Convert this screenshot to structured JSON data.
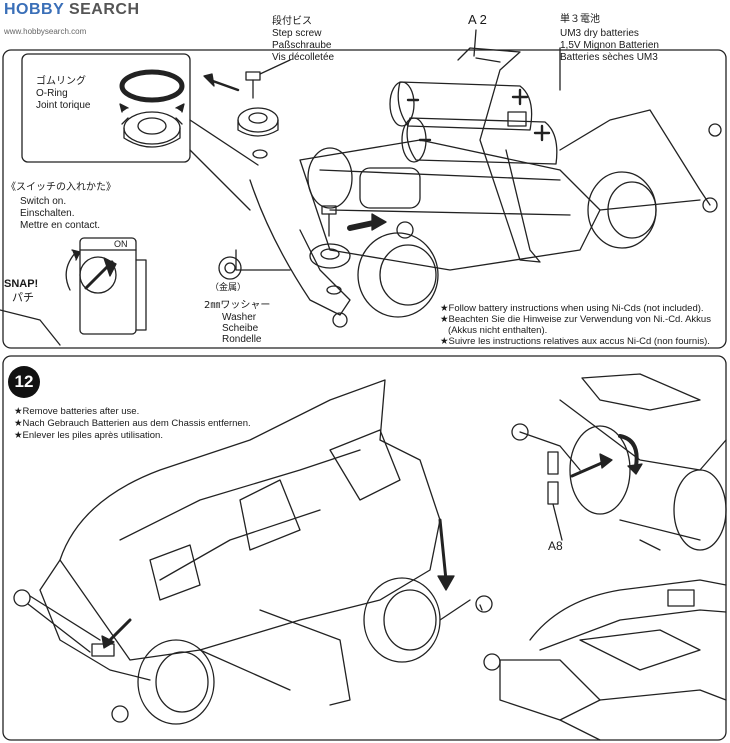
{
  "header": {
    "brand_prefix": "HOBBY",
    "brand_suffix": " SEARCH",
    "url": "www.hobbysearch.com"
  },
  "step11": {
    "oring_jp": "ゴムリング",
    "oring_en": "O-Ring",
    "oring_fr": "Joint torique",
    "screw_jp": "段付ビス",
    "screw_en": "Step screw",
    "screw_de": "Paßschraube",
    "screw_fr": "Vis décolletée",
    "part_a2": "A 2",
    "battery_jp": "単３電池",
    "battery_en": "UM3 dry batteries",
    "battery_de": "1,5V Mignon Batterien",
    "battery_fr": "Batteries sèches UM3",
    "switch_jp": "《スイッチの入れかた》",
    "switch_en": "Switch on.",
    "switch_de": "Einschalten.",
    "switch_fr": "Mettre en contact.",
    "on_label": "ON",
    "snap_en": "SNAP!",
    "snap_jp": "パチ",
    "metal_jp": "（金属）",
    "washer_jp": "2㎜ワッシャー",
    "washer_en": "Washer",
    "washer_de": "Scheibe",
    "washer_fr": "Rondelle",
    "note_en": "★Follow battery instructions when using Ni-Cds (not included).",
    "note_de1": "★Beachten Sie die Hinweise zur Verwendung von Ni.-Cd. Akkus",
    "note_de2": "(Akkus nicht enthalten).",
    "note_fr": "★Suivre les instructions relatives aux accus Ni-Cd (non fournis)."
  },
  "step12": {
    "number": "12",
    "note_en": "★Remove batteries after use.",
    "note_de": "★Nach Gebrauch Batterien aus dem Chassis entfernen.",
    "note_fr": "★Enlever les piles après utilisation.",
    "part_a8": "A8"
  }
}
